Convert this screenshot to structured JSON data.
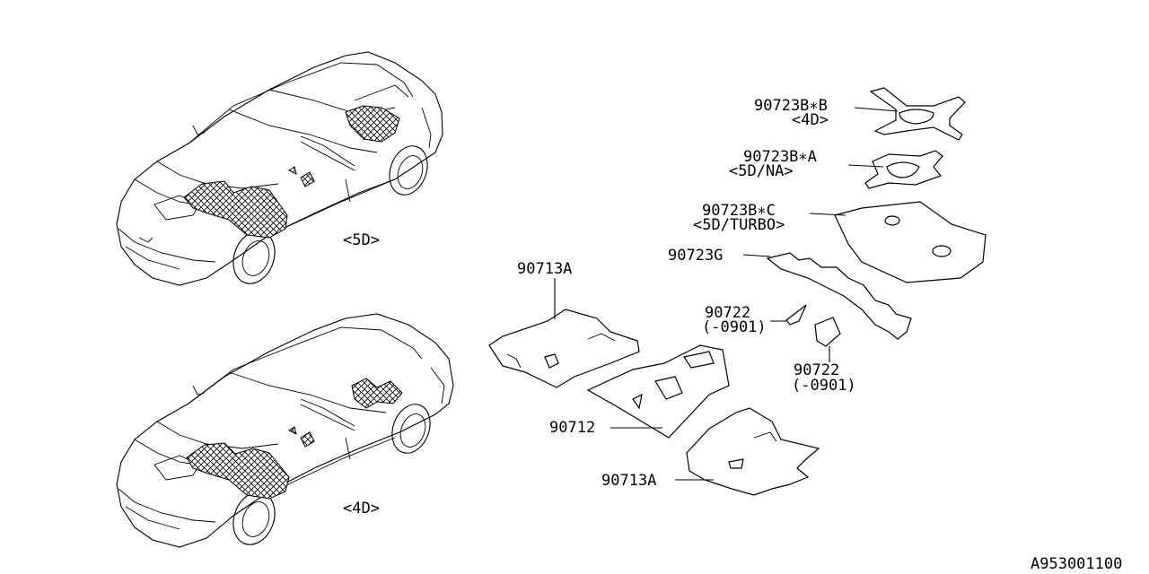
{
  "callouts": {
    "p90723B_B": "90723B∗B",
    "p90723B_B_note": "<4D>",
    "p90723B_A": "90723B∗A",
    "p90723B_A_note": "<5D/NA>",
    "p90723B_C": "90723B∗C",
    "p90723B_C_note": "<5D/TURBO>",
    "p90723G": "90723G",
    "p90713A_top": "90713A",
    "p90722_a": "90722",
    "p90722_a_note": "(-0901)",
    "p90722_b": "90722",
    "p90722_b_note": "(-0901)",
    "p90712": "90712",
    "p90713A_bottom": "90713A"
  },
  "variants": {
    "five_door": "<5D>",
    "four_door": "<4D>"
  },
  "car_badge": "",
  "diagram_id": "A953001100"
}
